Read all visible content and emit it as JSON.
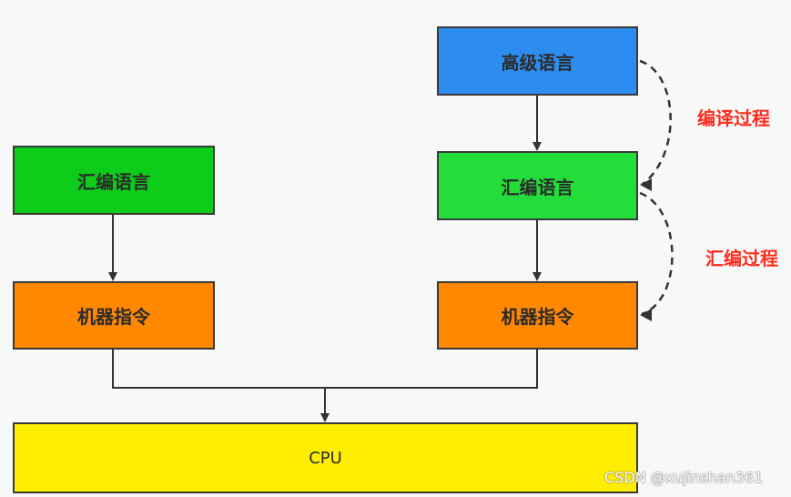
{
  "colors": {
    "high_level": "#2d8cf0",
    "assembly_left": "#0dcc1a",
    "assembly_right": "#22dd3a",
    "machine_code": "#ff8800",
    "cpu": "#ffee00",
    "process_label": "#ff2b1c"
  },
  "boxes": {
    "high_level_language": "高级语言",
    "assembly_language_right": "汇编语言",
    "assembly_language_left": "汇编语言",
    "machine_instruction_left": "机器指令",
    "machine_instruction_right": "机器指令",
    "cpu": "CPU"
  },
  "process_labels": {
    "compile": "编译过程",
    "assemble": "汇编过程"
  },
  "watermark": "CSDN @xujinshan361"
}
